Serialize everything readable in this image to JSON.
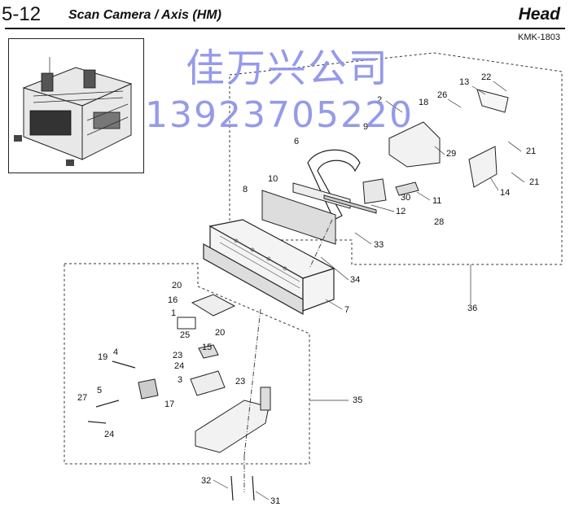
{
  "header": {
    "section_number": "5-12",
    "section_title": "Scan Camera / Axis (HM)",
    "category": "Head",
    "doc_code": "KMK-1803"
  },
  "watermark": {
    "line1": "佳万兴公司",
    "line2": "13923705220"
  },
  "callouts": [
    "1",
    "2",
    "3",
    "4",
    "5",
    "6",
    "7",
    "8",
    "9",
    "10",
    "11",
    "12",
    "13",
    "14",
    "15",
    "16",
    "17",
    "18",
    "19",
    "20",
    "20",
    "21",
    "21",
    "22",
    "23",
    "23",
    "24",
    "24",
    "25",
    "26",
    "27",
    "28",
    "29",
    "30",
    "31",
    "32",
    "33",
    "34",
    "35",
    "36"
  ]
}
